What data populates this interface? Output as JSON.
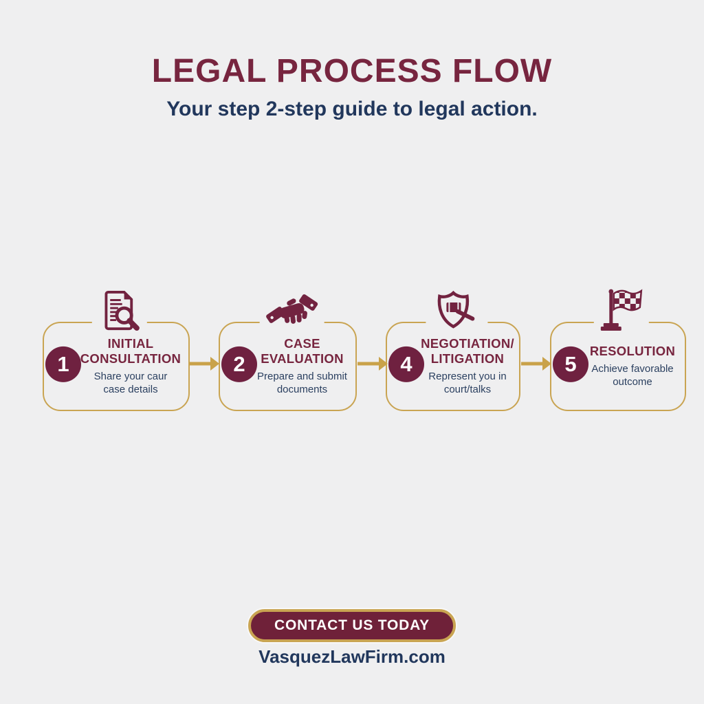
{
  "header": {
    "title": "LEGAL PROCESS FLOW",
    "subtitle": "Your step 2-step guide to legal action."
  },
  "steps": [
    {
      "number": "1",
      "icon": "document-search-icon",
      "title_line1": "INITIAL",
      "title_line2": "CONSULTATION",
      "desc_line1": "Share your caur",
      "desc_line2": "case details"
    },
    {
      "number": "2",
      "icon": "handshake-icon",
      "title_line1": "CASE",
      "title_line2": "EVALUATION",
      "desc_line1": "Prepare and submit",
      "desc_line2": "documents"
    },
    {
      "number": "4",
      "icon": "shield-gavel-icon",
      "title_line1": "NEGOTIATION/",
      "title_line2": "LITIGATION",
      "desc_line1": "Represent you in",
      "desc_line2": "court/talks"
    },
    {
      "number": "5",
      "icon": "checkered-flag-icon",
      "title_line1": "RESOLUTION",
      "title_line2": "",
      "desc_line1": "Achieve favorable",
      "desc_line2": "outcome"
    }
  ],
  "footer": {
    "cta_label": "CONTACT US TODAY",
    "website": "VasquezLawFirm.com"
  },
  "colors": {
    "maroon": "#722340",
    "navy": "#21375c",
    "gold": "#c9a452",
    "background": "#efeff0"
  }
}
